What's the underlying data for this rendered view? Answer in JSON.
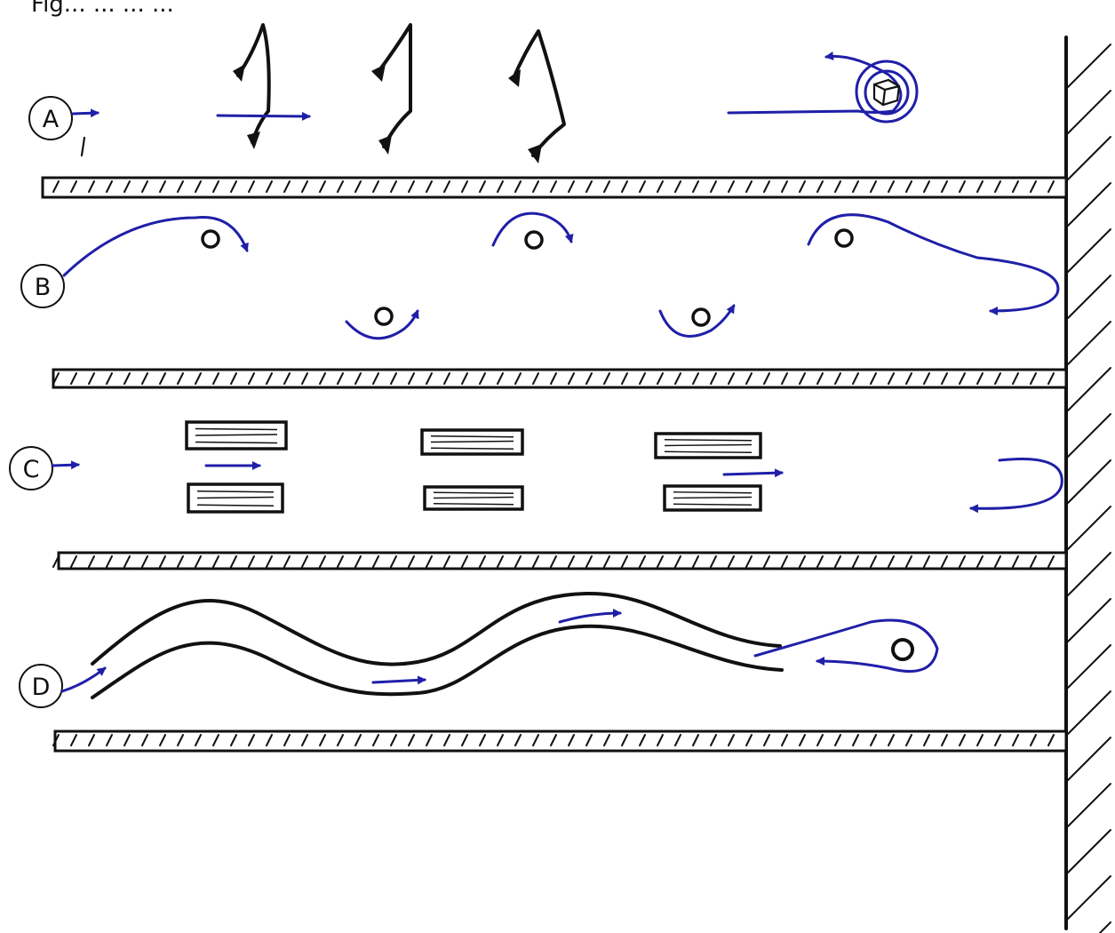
{
  "caption": "Fig... ... ... ...",
  "colors": {
    "ink": "#111111",
    "flow": "#1f1fa8"
  },
  "panels": [
    {
      "label": "A"
    },
    {
      "label": "B"
    },
    {
      "label": "C"
    },
    {
      "label": "D"
    }
  ]
}
